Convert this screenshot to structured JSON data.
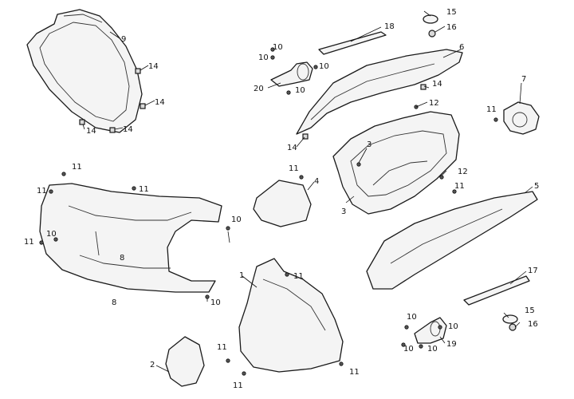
{
  "callouts": {
    "c1": "1",
    "c2": "2",
    "c3a": "3",
    "c3b": "3",
    "c4": "4",
    "c5": "5",
    "c6": "6",
    "c7": "7",
    "c8a": "8",
    "c8b": "8",
    "c9": "9",
    "c10a": "10",
    "c10b": "10",
    "c10c": "10",
    "c10d": "10",
    "c10e": "10",
    "c10f": "10",
    "c10g": "10",
    "c10h": "10",
    "c10i": "10",
    "c10j": "10",
    "c10k": "10",
    "c11a": "11",
    "c11b": "11",
    "c11c": "11",
    "c11d": "11",
    "c11e": "11",
    "c11f": "11",
    "c11g": "11",
    "c11h": "11",
    "c11i": "11",
    "c11j": "11",
    "c11k": "11",
    "c12a": "12",
    "c12b": "12",
    "c14a": "14",
    "c14b": "14",
    "c14c": "14",
    "c14d": "14",
    "c14e": "14",
    "c14f": "14",
    "c15a": "15",
    "c15b": "15",
    "c16a": "16",
    "c16b": "16",
    "c17": "17",
    "c18": "18",
    "c19": "19",
    "c20": "20"
  }
}
